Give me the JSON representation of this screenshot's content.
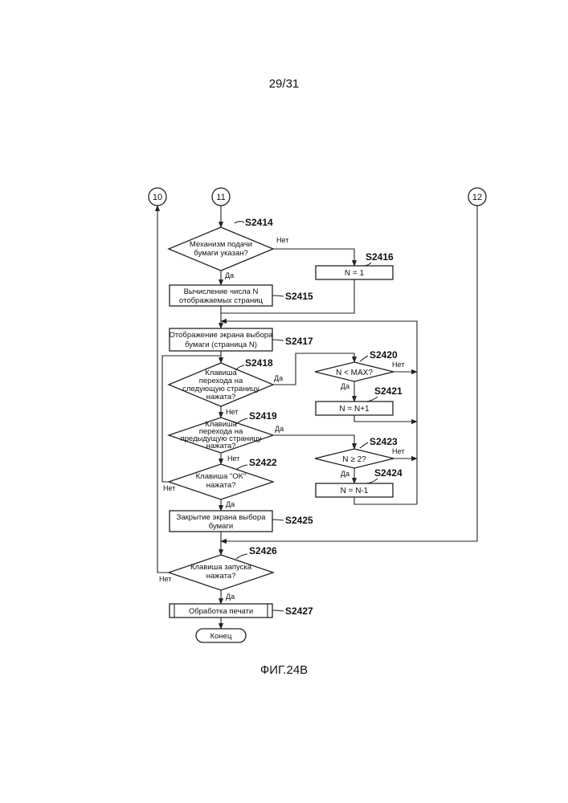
{
  "page": {
    "number": "29/31",
    "figure_caption": "ФИГ.24В"
  },
  "connectors": {
    "c10": "10",
    "c11": "11",
    "c12": "12"
  },
  "steps": {
    "s2414": {
      "id": "S2414",
      "line1": "Механизм подачи",
      "line2": "бумаги указан?"
    },
    "s2415": {
      "id": "S2415",
      "line1": "Вычисление числа N",
      "line2": "отображаемых страниц"
    },
    "s2416": {
      "id": "S2416",
      "text": "N = 1"
    },
    "s2417": {
      "id": "S2417",
      "line1": "Отображение экрана выбора",
      "line2": "бумаги (страница N)"
    },
    "s2418": {
      "id": "S2418",
      "line1": "Клавиша",
      "line2": "перехода на",
      "line3": "следующую страницу",
      "line4": "нажата?"
    },
    "s2419": {
      "id": "S2419",
      "line1": "Клавиша",
      "line2": "перехода на",
      "line3": "предыдущую страницу",
      "line4": "нажата?"
    },
    "s2420": {
      "id": "S2420",
      "text": "N < MAX?"
    },
    "s2421": {
      "id": "S2421",
      "text": "N = N+1"
    },
    "s2422": {
      "id": "S2422",
      "line1": "Клавиша \"OK\"",
      "line2": "нажата?"
    },
    "s2423": {
      "id": "S2423",
      "text": "N ≥ 2?"
    },
    "s2424": {
      "id": "S2424",
      "text": "N = N-1"
    },
    "s2425": {
      "id": "S2425",
      "line1": "Закрытие экрана выбора",
      "line2": "бумаги"
    },
    "s2426": {
      "id": "S2426",
      "line1": "Клавиша запуска",
      "line2": "нажата?"
    },
    "s2427": {
      "id": "S2427",
      "text": "Обработка печати"
    },
    "end": {
      "text": "Конец"
    }
  },
  "labels": {
    "yes": "Да",
    "no": "Нет"
  }
}
